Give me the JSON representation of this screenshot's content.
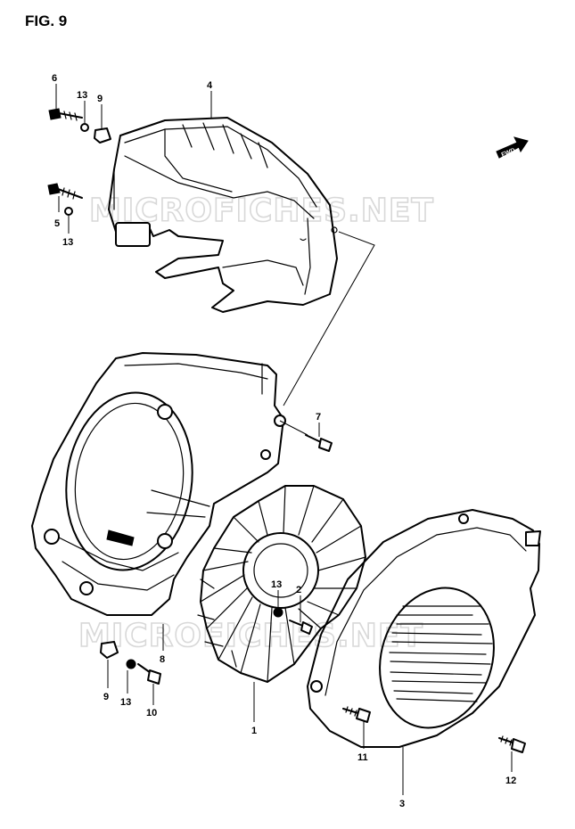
{
  "figure": {
    "title": "FIG. 9"
  },
  "watermarks": [
    "MICROFICHES.NET",
    "MICROFICHES.NET"
  ],
  "fwd_marker": {
    "label": "FWD"
  },
  "callouts": {
    "c6": "6",
    "c13a": "13",
    "c9a": "9",
    "c4": "4",
    "c5": "5",
    "c13b": "13",
    "c7": "7",
    "c13c": "13",
    "c2": "2",
    "c8": "8",
    "c9b": "9",
    "c13d": "13",
    "c10": "10",
    "c1": "1",
    "c11": "11",
    "c3": "3",
    "c12": "12"
  }
}
